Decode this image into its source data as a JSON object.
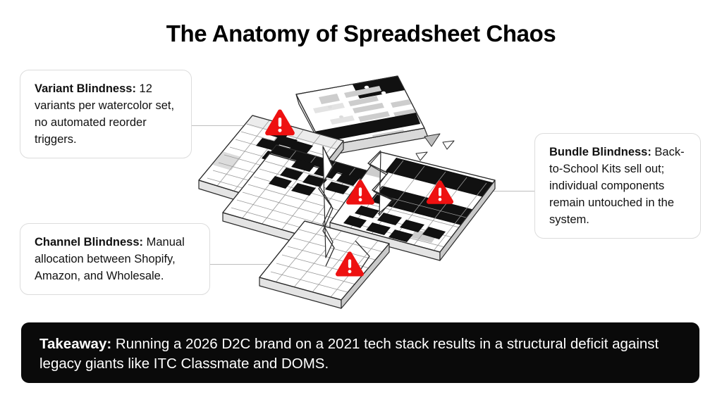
{
  "page": {
    "title": "The Anatomy of Spreadsheet Chaos",
    "background_color": "#ffffff"
  },
  "colors": {
    "warning_red": "#ee1111",
    "banner_black": "#0a0a0a",
    "box_border": "#dcdcdc",
    "connector_gray": "#bdbdbd",
    "text_black": "#111111",
    "cell_black": "#111111",
    "cell_gray": "#cfcfcf"
  },
  "callouts": [
    {
      "id": "variant-blindness",
      "title": "Variant Blindness:",
      "body": " 12 variants per watercolor set, no automated reorder triggers."
    },
    {
      "id": "channel-blindness",
      "title": "Channel Blindness:",
      "body": " Manual allocation between Shopify, Amazon, and Wholesale."
    },
    {
      "id": "bundle-blindness",
      "title": "Bundle Blindness:",
      "body": " Back-to-School Kits sell out; individual components remain untouched in the system."
    }
  ],
  "illustration": {
    "description": "Isometric shattered spreadsheet window breaking into fragments",
    "window_dots": 3,
    "warning_markers": [
      {
        "id": "warning-variant",
        "icon": "warning-triangle-icon"
      },
      {
        "id": "warning-center",
        "icon": "warning-triangle-icon"
      },
      {
        "id": "warning-bundle",
        "icon": "warning-triangle-icon"
      },
      {
        "id": "warning-channel",
        "icon": "warning-triangle-icon"
      }
    ]
  },
  "takeaway": {
    "label": "Takeaway:",
    "text": " Running a 2026 D2C brand on a 2021 tech stack results in a structural deficit against legacy giants like ITC Classmate and DOMS."
  }
}
